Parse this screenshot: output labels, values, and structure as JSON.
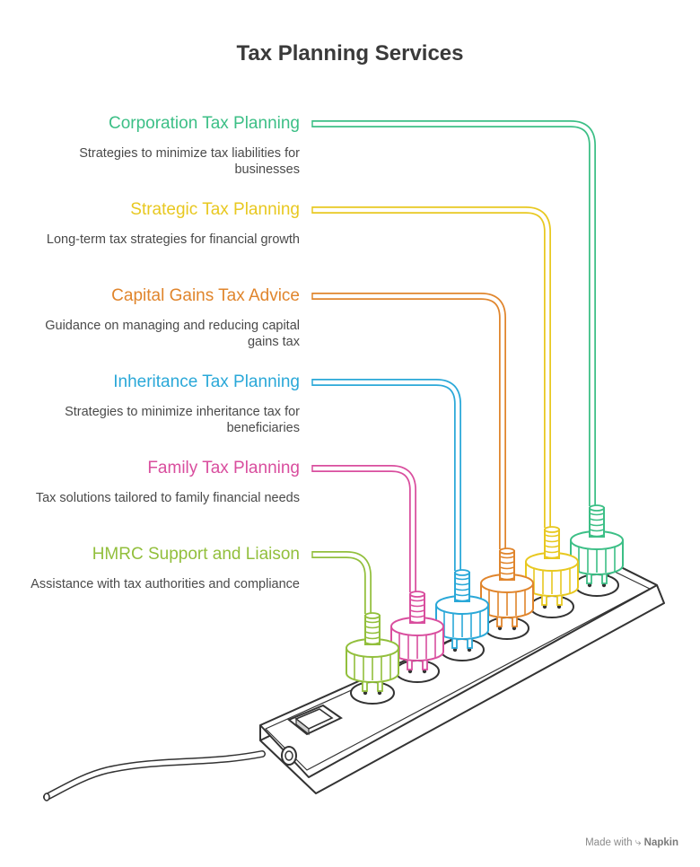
{
  "title": "Tax Planning Services",
  "items": [
    {
      "title": "Corporation Tax Planning",
      "description": "Strategies to minimize tax liabilities for businesses",
      "color": "#3cbf86"
    },
    {
      "title": "Strategic Tax Planning",
      "description": "Long-term tax strategies for financial growth",
      "color": "#e8c820"
    },
    {
      "title": "Capital Gains Tax Advice",
      "description": "Guidance on managing and reducing capital gains tax",
      "color": "#e0852c"
    },
    {
      "title": "Inheritance Tax Planning",
      "description": "Strategies to minimize inheritance tax for beneficiaries",
      "color": "#2aa8d8"
    },
    {
      "title": "Family Tax Planning",
      "description": "Tax solutions tailored to family financial needs",
      "color": "#d94e9e"
    },
    {
      "title": "HMRC Support and Liaison",
      "description": "Assistance with tax authorities and compliance",
      "color": "#92bf3c"
    }
  ],
  "footer": {
    "prefix": "Made with",
    "brand": "Napkin",
    "icon": "napkin-logo-icon"
  },
  "outline_color": "#333333"
}
